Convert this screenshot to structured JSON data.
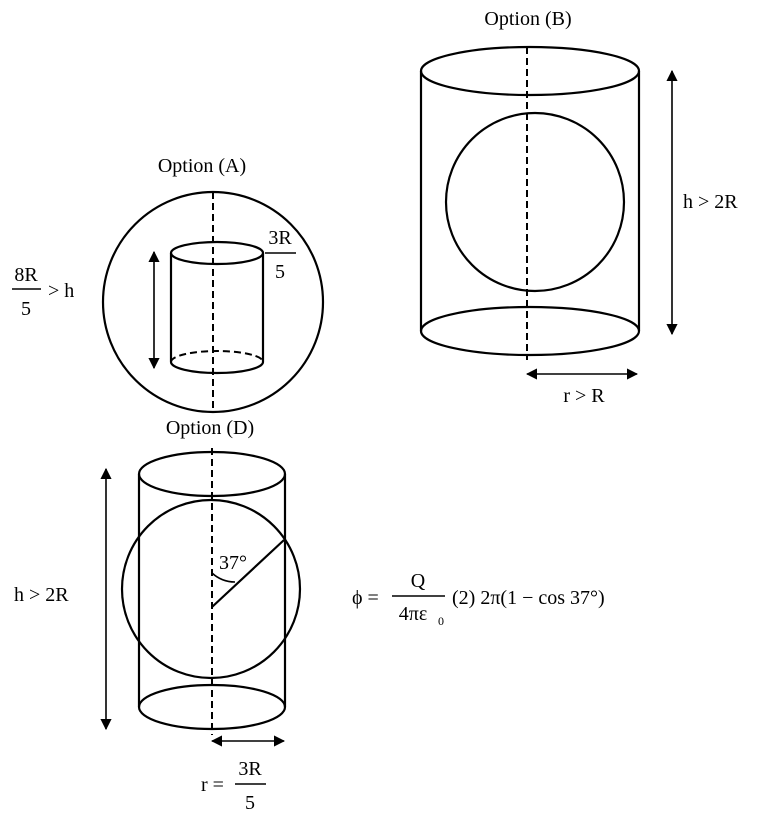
{
  "options": {
    "a": {
      "title": "Option (A)",
      "ineq_num": "8R",
      "ineq_den": "5",
      "ineq_rest": "> h",
      "radius_num": "3R",
      "radius_den": "5"
    },
    "b": {
      "title": "Option (B)",
      "height_label": "h > 2R",
      "radius_label": "r > R"
    },
    "d": {
      "title": "Option (D)",
      "height_label": "h > 2R",
      "angle_label": "37°",
      "radius_lhs": "r =",
      "radius_num": "3R",
      "radius_den": "5"
    }
  },
  "formula": {
    "lhs": "ϕ =",
    "num": "Q",
    "den": "4πε",
    "den_sub": "0",
    "rest": "(2) 2π(1 − cos 37°)"
  }
}
